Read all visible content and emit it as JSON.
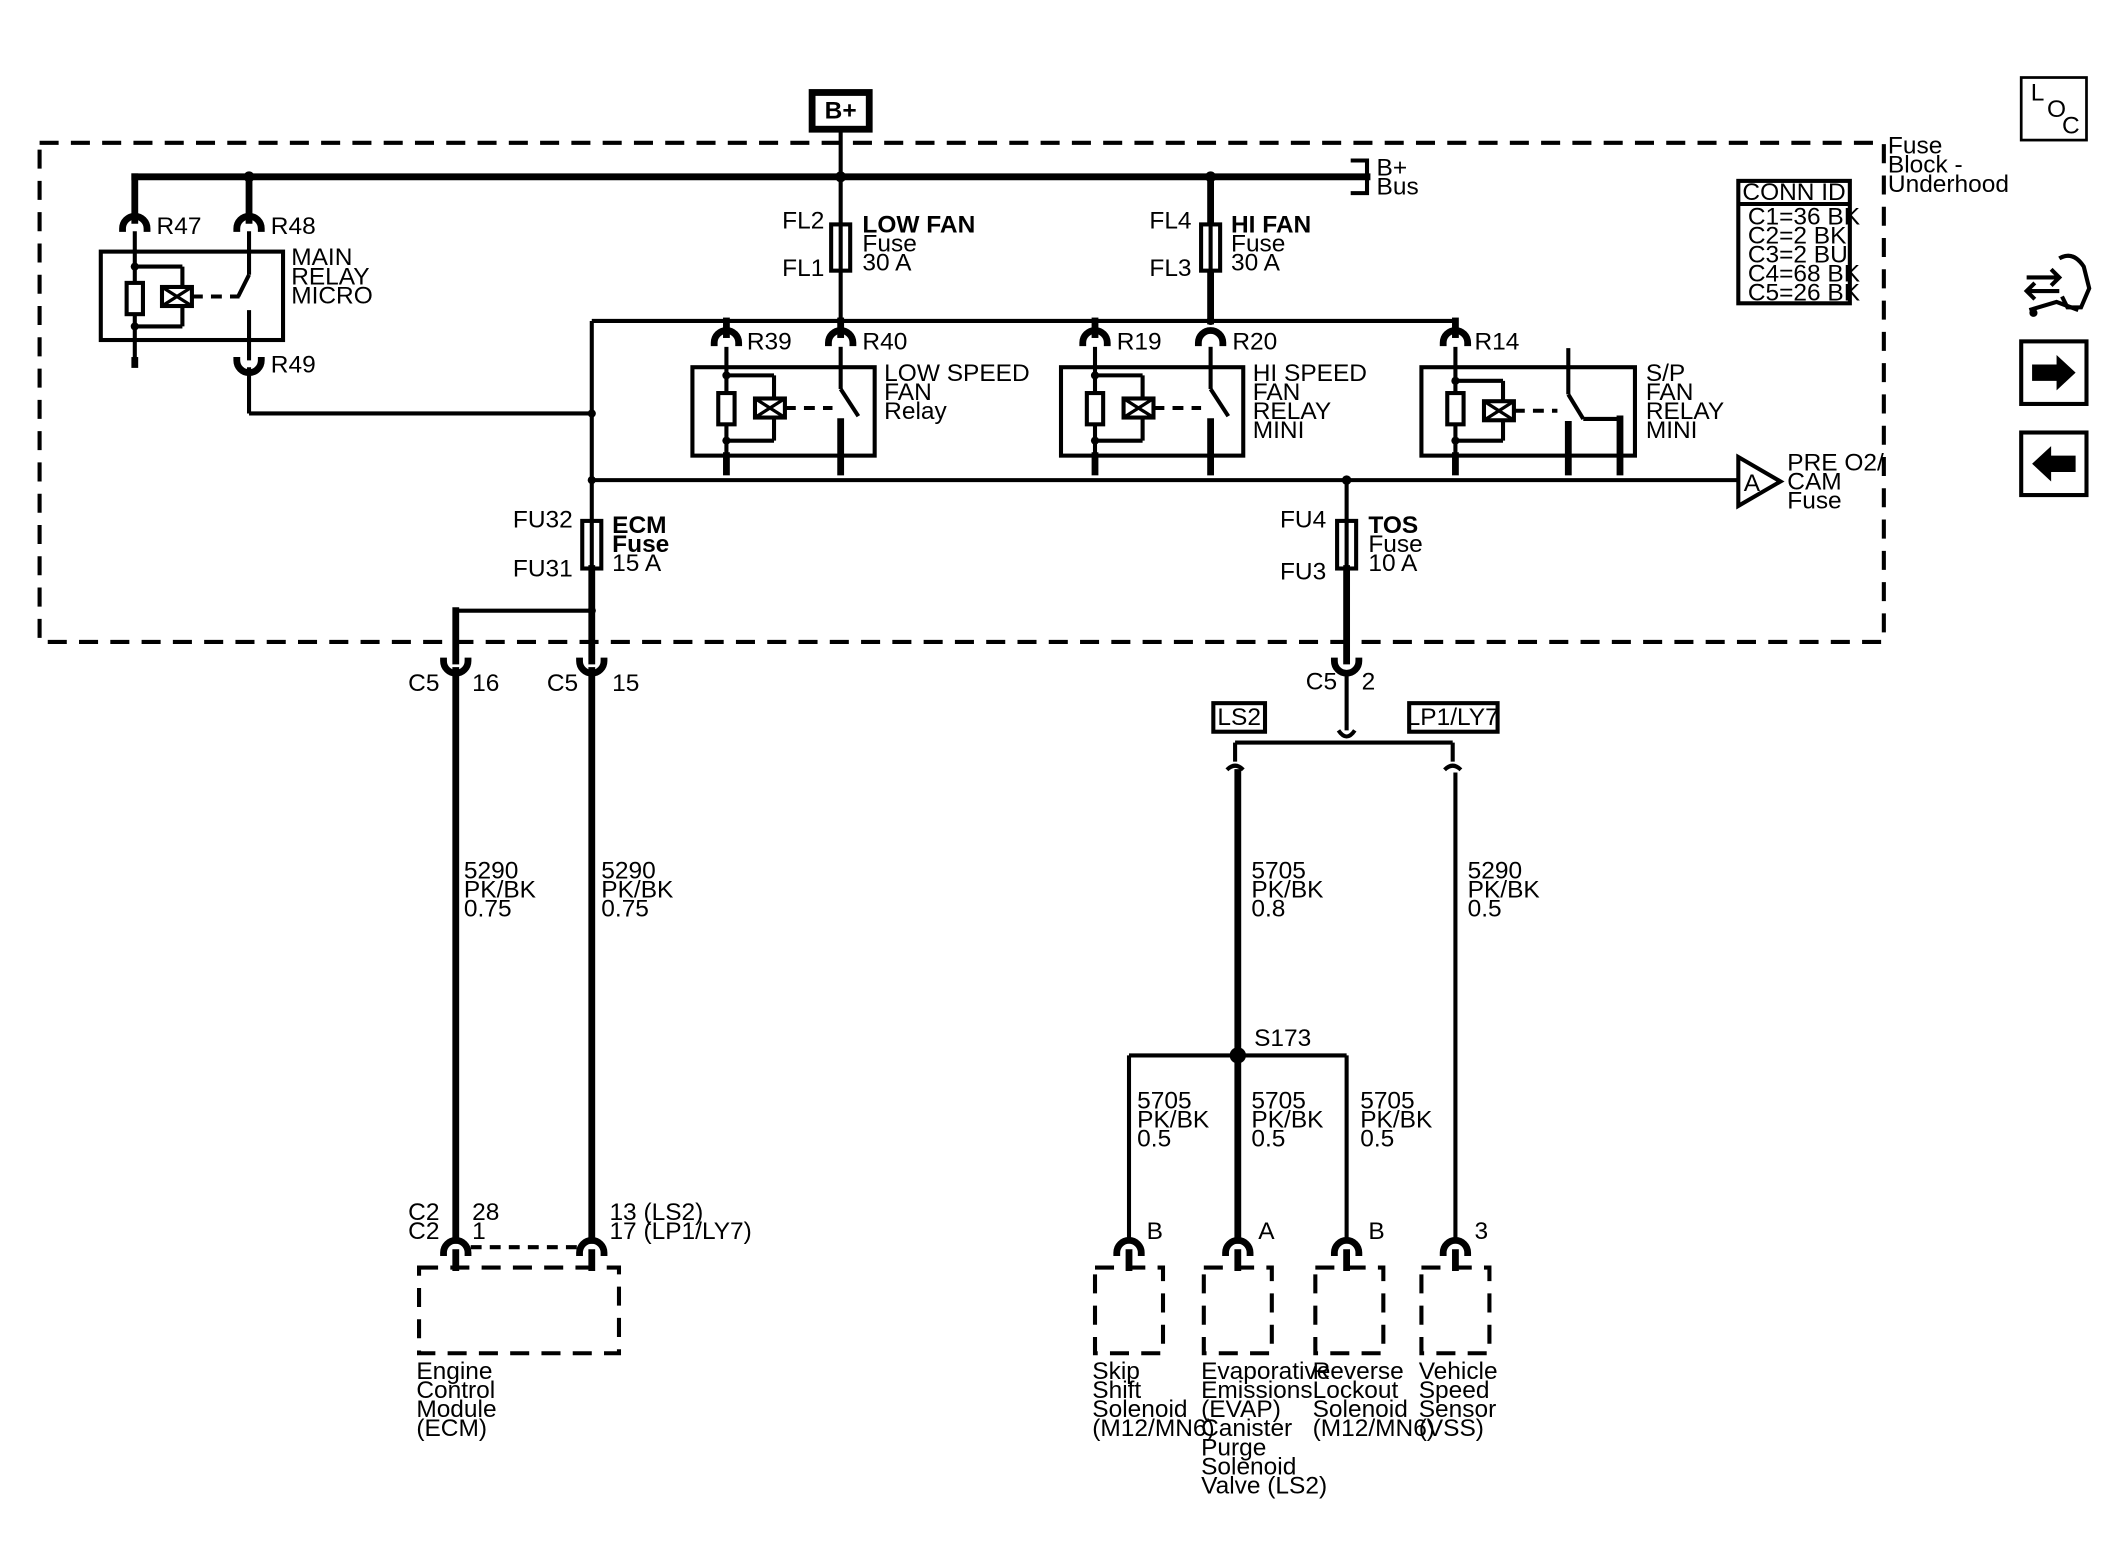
{
  "power": {
    "bplus": "B+",
    "bus": [
      "B+",
      "Bus"
    ]
  },
  "fuse_block": [
    "Fuse",
    "Block -",
    "Underhood"
  ],
  "conn_id": {
    "title": "CONN ID",
    "rows": [
      "C1=36 BK",
      "C2=2 BK",
      "C3=2 BU",
      "C4=68 BK",
      "C5=26 BK"
    ]
  },
  "relays": {
    "r47": "R47",
    "r48": "R48",
    "r49": "R49",
    "main": [
      "MAIN",
      "RELAY",
      "MICRO"
    ],
    "r39": "R39",
    "r40": "R40",
    "low": [
      "LOW SPEED",
      "FAN",
      "Relay"
    ],
    "r19": "R19",
    "r20": "R20",
    "hi": [
      "HI SPEED",
      "FAN",
      "RELAY",
      "MINI"
    ],
    "r14": "R14",
    "sp": [
      "S/P",
      "FAN",
      "RELAY",
      "MINI"
    ]
  },
  "fuses": {
    "low_fan": {
      "top": "FL2",
      "bottom": "FL1",
      "label": [
        "LOW FAN",
        "Fuse",
        "30 A"
      ]
    },
    "hi_fan": {
      "top": "FL4",
      "bottom": "FL3",
      "label": [
        "HI FAN",
        "Fuse",
        "30 A"
      ]
    },
    "ecm": {
      "top": "FU32",
      "bottom": "FU31",
      "label": [
        "ECM",
        "Fuse",
        "15 A"
      ]
    },
    "tos": {
      "top": "FU4",
      "bottom": "FU3",
      "label": [
        "TOS",
        "Fuse",
        "10 A"
      ]
    }
  },
  "pre_o2": {
    "letter": "A",
    "label": [
      "PRE O2/",
      "CAM",
      "Fuse"
    ]
  },
  "connectors": {
    "c5_16": {
      "conn": "C5",
      "pin": "16"
    },
    "c5_15": {
      "conn": "C5",
      "pin": "15"
    },
    "c5_2": {
      "conn": "C5",
      "pin": "2"
    }
  },
  "options": {
    "ls2": "LS2",
    "lp1": "LP1/LY7"
  },
  "wires": {
    "w1": [
      "5290",
      "PK/BK",
      "0.75"
    ],
    "w2": [
      "5290",
      "PK/BK",
      "0.75"
    ],
    "w3": [
      "5705",
      "PK/BK",
      "0.8"
    ],
    "w4": [
      "5290",
      "PK/BK",
      "0.5"
    ],
    "w5": [
      "5705",
      "PK/BK",
      "0.5"
    ],
    "w6": [
      "5705",
      "PK/BK",
      "0.5"
    ],
    "w7": [
      "5705",
      "PK/BK",
      "0.5"
    ]
  },
  "splice": "S173",
  "ecm_pins": {
    "left_conn": [
      "C2",
      "C2"
    ],
    "left_pins": [
      "28",
      "1"
    ],
    "right_pins": [
      "13 (LS2)",
      "17 (LP1/LY7)"
    ]
  },
  "components": {
    "ecm": [
      "Engine",
      "Control",
      "Module",
      "(ECM)"
    ],
    "skip": {
      "pin": "B",
      "label": [
        "Skip",
        "Shift",
        "Solenoid",
        "(M12/MN6)"
      ]
    },
    "evap": {
      "pin": "A",
      "label": [
        "Evaporative",
        "Emissions",
        "(EVAP)",
        "Canister",
        "Purge",
        "Solenoid",
        "Valve (LS2)"
      ]
    },
    "reverse": {
      "pin": "B",
      "label": [
        "Reverse",
        "Lockout",
        "Solenoid",
        "(M12/MN6)"
      ]
    },
    "vss": {
      "pin": "3",
      "label": [
        "Vehicle",
        "Speed",
        "Sensor",
        "(VSS)"
      ]
    }
  },
  "sidebar": {
    "loc": [
      "L",
      "O",
      "C"
    ]
  }
}
